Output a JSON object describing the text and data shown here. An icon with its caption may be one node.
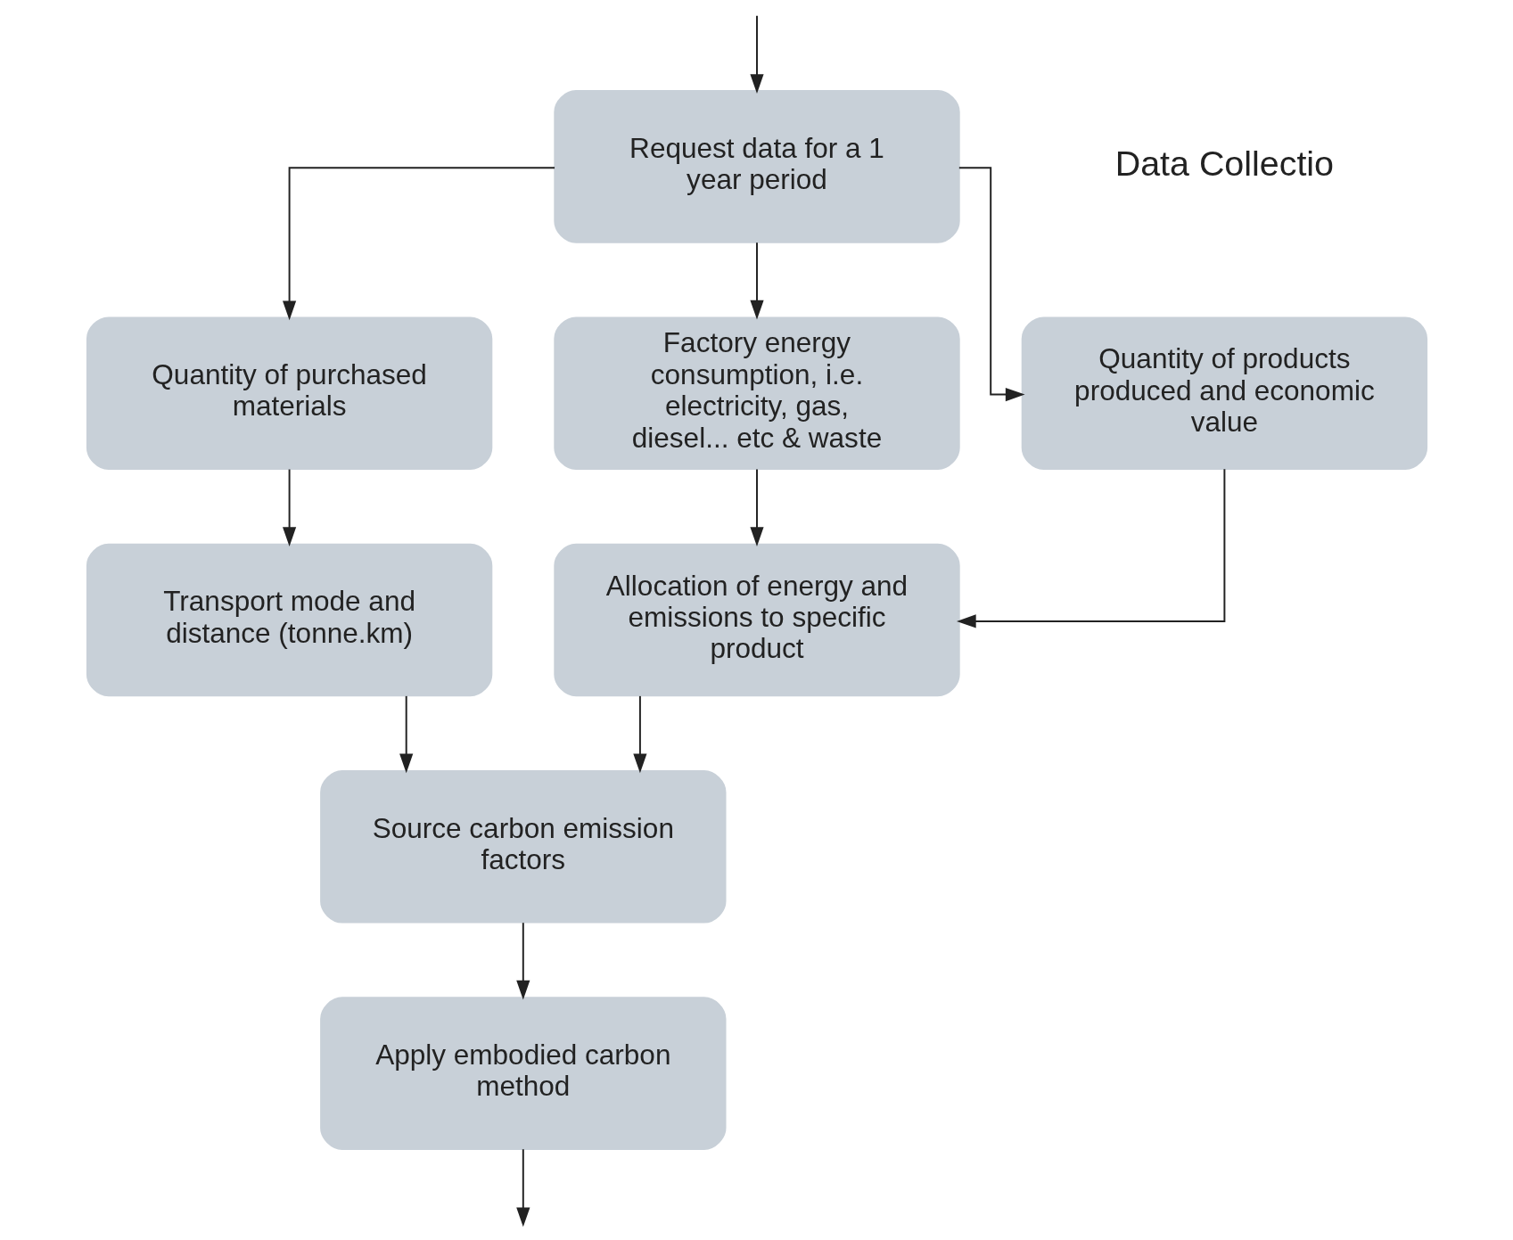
{
  "diagram": {
    "nodes": [
      {
        "text": [
          "Request data for a 1 year period"
        ]
      },
      {
        "text": [
          "Quantity of purchased materials"
        ]
      },
      {
        "text": [
          "Factory energy consumption, i.e. electricity, gas, diesel... etc & waste"
        ]
      },
      {
        "text": [
          "Quantity of products produced and economic value"
        ]
      },
      {
        "text": [
          "Transport mode and distance (tonne.km)"
        ]
      },
      {
        "text": [
          "Allocation of energy and emissions to specific product"
        ]
      },
      {
        "text": [
          "Source carbon emission factors"
        ]
      },
      {
        "text": [
          "Apply embodied carbon method"
        ]
      }
    ],
    "edges": [
      {
        "from": null,
        "to": 0,
        "arrow": "to"
      },
      {
        "from": 0,
        "to": 1,
        "arrow": "to"
      },
      {
        "from": 0,
        "to": 2,
        "arrow": "to"
      },
      {
        "from": 0,
        "to": 3,
        "arrow": "to"
      },
      {
        "from": 1,
        "to": 4,
        "arrow": "to"
      },
      {
        "from": 2,
        "to": 5,
        "arrow": "to"
      },
      {
        "from": 3,
        "to": 5,
        "arrow": "to"
      },
      {
        "from": 4,
        "to": 6,
        "arrow": "to"
      },
      {
        "from": 5,
        "to": 6,
        "arrow": "to"
      },
      {
        "from": 6,
        "to": 7,
        "arrow": "to"
      },
      {
        "from": 7,
        "to": null,
        "arrow": "to"
      }
    ],
    "labels": [
      "Data Collectio"
    ]
  }
}
